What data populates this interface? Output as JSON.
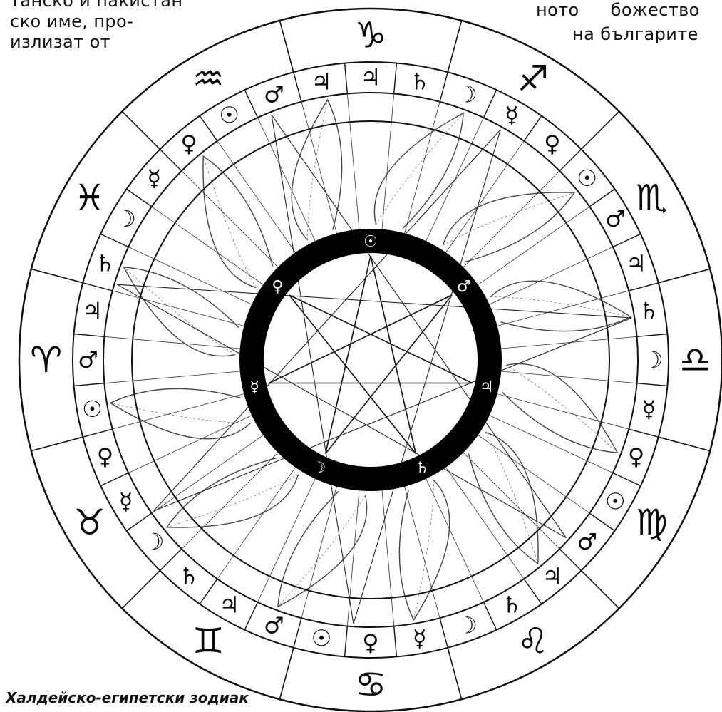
{
  "article": {
    "left_column": [
      "танско и пакистан",
      "ско име, про-",
      "излизат от"
    ],
    "right_column": [
      "ното",
      "божество",
      "на българите"
    ]
  },
  "caption": "Халдейско-египетски зодиак",
  "zodiac": {
    "signs": [
      {
        "name": "capricorn",
        "glyph": "♑"
      },
      {
        "name": "sagittarius",
        "glyph": "♐"
      },
      {
        "name": "scorpio",
        "glyph": "♏"
      },
      {
        "name": "libra",
        "glyph": "♎"
      },
      {
        "name": "virgo",
        "glyph": "♍"
      },
      {
        "name": "leo",
        "glyph": "♌"
      },
      {
        "name": "cancer",
        "glyph": "♋"
      },
      {
        "name": "gemini",
        "glyph": "♊"
      },
      {
        "name": "taurus",
        "glyph": "♉"
      },
      {
        "name": "aries",
        "glyph": "♈"
      },
      {
        "name": "pisces",
        "glyph": "♓"
      },
      {
        "name": "aquarius",
        "glyph": "♒"
      }
    ],
    "planet_ring": [
      "♃",
      "♄",
      "☽",
      "☿",
      "♀",
      "☉",
      "♂",
      "♃",
      "♄",
      "☽",
      "☿",
      "♀",
      "☉",
      "♂",
      "♃",
      "♄",
      "☽",
      "☿",
      "♀",
      "☉",
      "♂",
      "♃",
      "♄",
      "☽",
      "☿",
      "♀",
      "☉",
      "♂",
      "♃",
      "♄",
      "☽",
      "☿",
      "♀",
      "☉",
      "♂",
      "♃"
    ],
    "inner_ring": [
      "☉",
      "♂",
      "♃",
      "♄",
      "☽",
      "☿",
      "♀"
    ]
  }
}
